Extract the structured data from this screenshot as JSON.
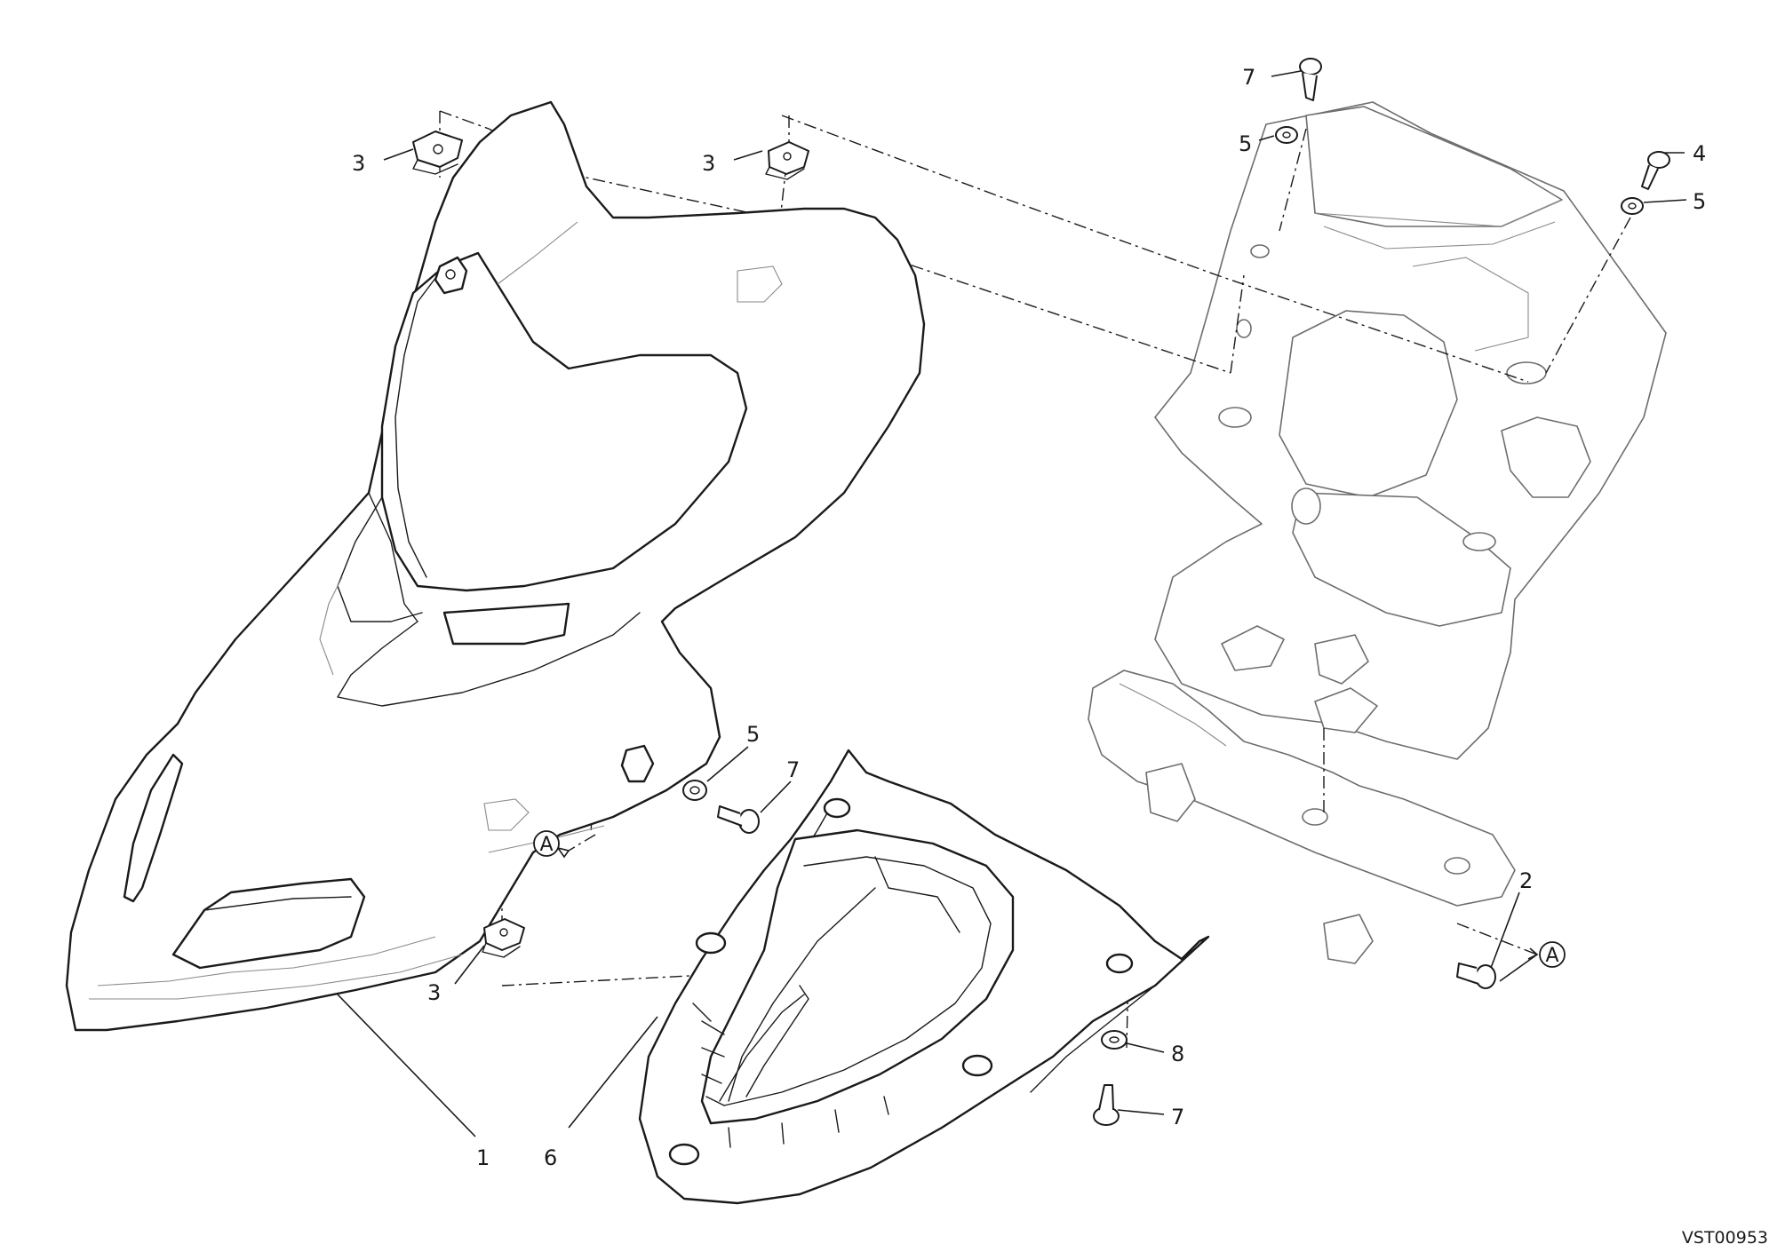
{
  "drawing_code": "VST00953",
  "reference_marker": "A",
  "callouts": {
    "nut_left_top": "3",
    "nut_center_top": "3",
    "nut_lower_left": "3",
    "screw_top": "7",
    "washer_top": "5",
    "screw_right": "4",
    "washer_right": "5",
    "washer_mid": "5",
    "screw_mid": "7",
    "screw_bracket": "2",
    "washer_lower": "8",
    "screw_lower": "7",
    "headlight_fairing": "1",
    "lower_fairing": "6"
  }
}
